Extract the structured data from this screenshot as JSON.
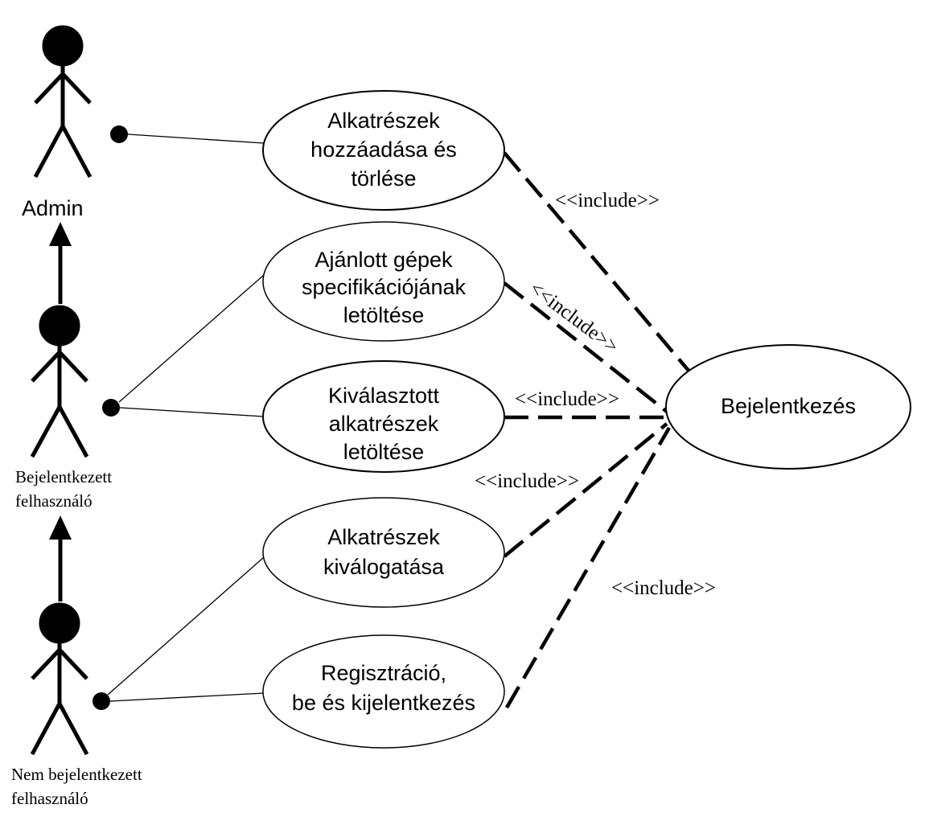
{
  "actors": {
    "admin": {
      "label_lines": [
        "Admin"
      ]
    },
    "logged_in": {
      "label_lines": [
        "Bejelentkezett",
        "felhasználó"
      ]
    },
    "guest": {
      "label_lines": [
        "Nem bejelentkezett",
        "felhasználó"
      ]
    }
  },
  "use_cases": {
    "add_delete": {
      "lines": [
        "Alkatrészek",
        "hozzáadása és",
        "törlése"
      ]
    },
    "recommended": {
      "lines": [
        "Ajánlott gépek",
        "specifikációjának",
        "letöltése"
      ]
    },
    "selected": {
      "lines": [
        "Kiválasztott",
        "alkatrészek",
        "letöltése"
      ]
    },
    "sorting": {
      "lines": [
        "Alkatrészek",
        "kiválogatása"
      ]
    },
    "registration": {
      "lines": [
        "Regisztráció,",
        "be és kijelentkezés"
      ]
    },
    "login": {
      "lines": [
        "Bejelentkezés"
      ]
    }
  },
  "relations": {
    "include_label": "<<include>>"
  }
}
